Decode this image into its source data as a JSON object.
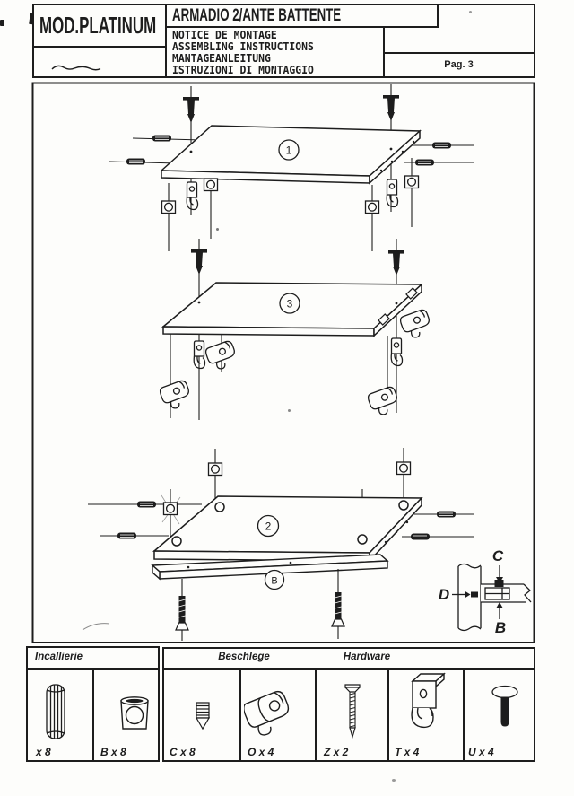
{
  "header": {
    "model": "MOD.PLATINUM",
    "title": "ARMADIO 2/ANTE BATTENTE",
    "subtitle_lines": [
      "NOTICE DE MONTAGE",
      "ASSEMBLING INSTRUCTIONS",
      "MANTAGEANLEITUNG",
      "ISTRUZIONI DI MONTAGGIO"
    ],
    "page_label": "Pag. 3"
  },
  "diagrams": {
    "step_top_label": "1",
    "step_middle_label": "3",
    "step_bottom_label": "2",
    "strip_label": "B",
    "detail": {
      "top_label": "C",
      "side_label": "D",
      "bottom_label": "B"
    }
  },
  "legend": {
    "headers": {
      "french": "Incallierie",
      "german": "Beschlege",
      "english": "Hardware"
    },
    "items": [
      {
        "qty_label": "x 8",
        "icon": "wood-dowel"
      },
      {
        "qty_label": "B x 8",
        "icon": "cam-lock"
      },
      {
        "qty_label": "C x 8",
        "icon": "threaded-insert"
      },
      {
        "qty_label": "O x 4",
        "icon": "corner-bracket"
      },
      {
        "qty_label": "Z x 2",
        "icon": "screw"
      },
      {
        "qty_label": "T x 4",
        "icon": "hanger-hook"
      },
      {
        "qty_label": "U x 4",
        "icon": "bolt"
      }
    ]
  }
}
